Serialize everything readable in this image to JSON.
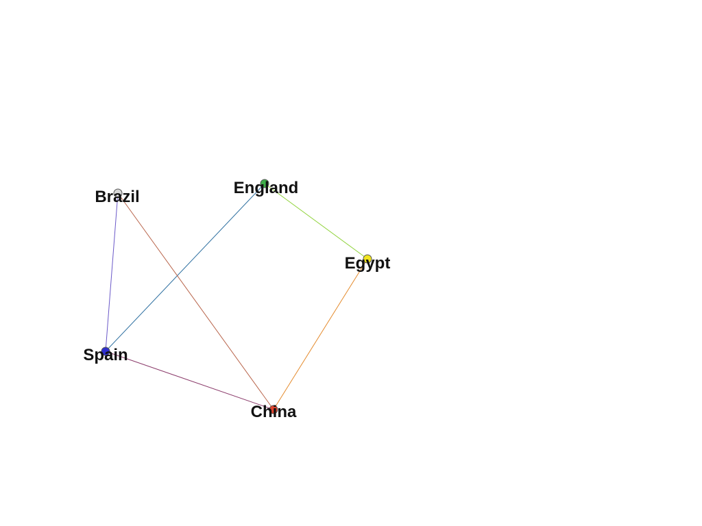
{
  "nodes": [
    {
      "id": "england",
      "label": "England",
      "color": "#3fae49"
    },
    {
      "id": "brazil",
      "label": "Brazil",
      "color": "#d8d8d8"
    },
    {
      "id": "egypt",
      "label": "Egypt",
      "color": "#f1e51f"
    },
    {
      "id": "spain",
      "label": "Spain",
      "color": "#2f2fd0"
    },
    {
      "id": "china",
      "label": "China",
      "color": "#e0452e"
    }
  ],
  "edges": [
    {
      "from": "england",
      "to": "egypt",
      "color": "#8fd23a"
    },
    {
      "from": "england",
      "to": "spain",
      "color": "#2d6fa0"
    },
    {
      "from": "brazil",
      "to": "spain",
      "color": "#6a58c8"
    },
    {
      "from": "brazil",
      "to": "china",
      "color": "#b8644a"
    },
    {
      "from": "egypt",
      "to": "china",
      "color": "#e48a2c"
    },
    {
      "from": "spain",
      "to": "china",
      "color": "#8a3a6a"
    }
  ]
}
